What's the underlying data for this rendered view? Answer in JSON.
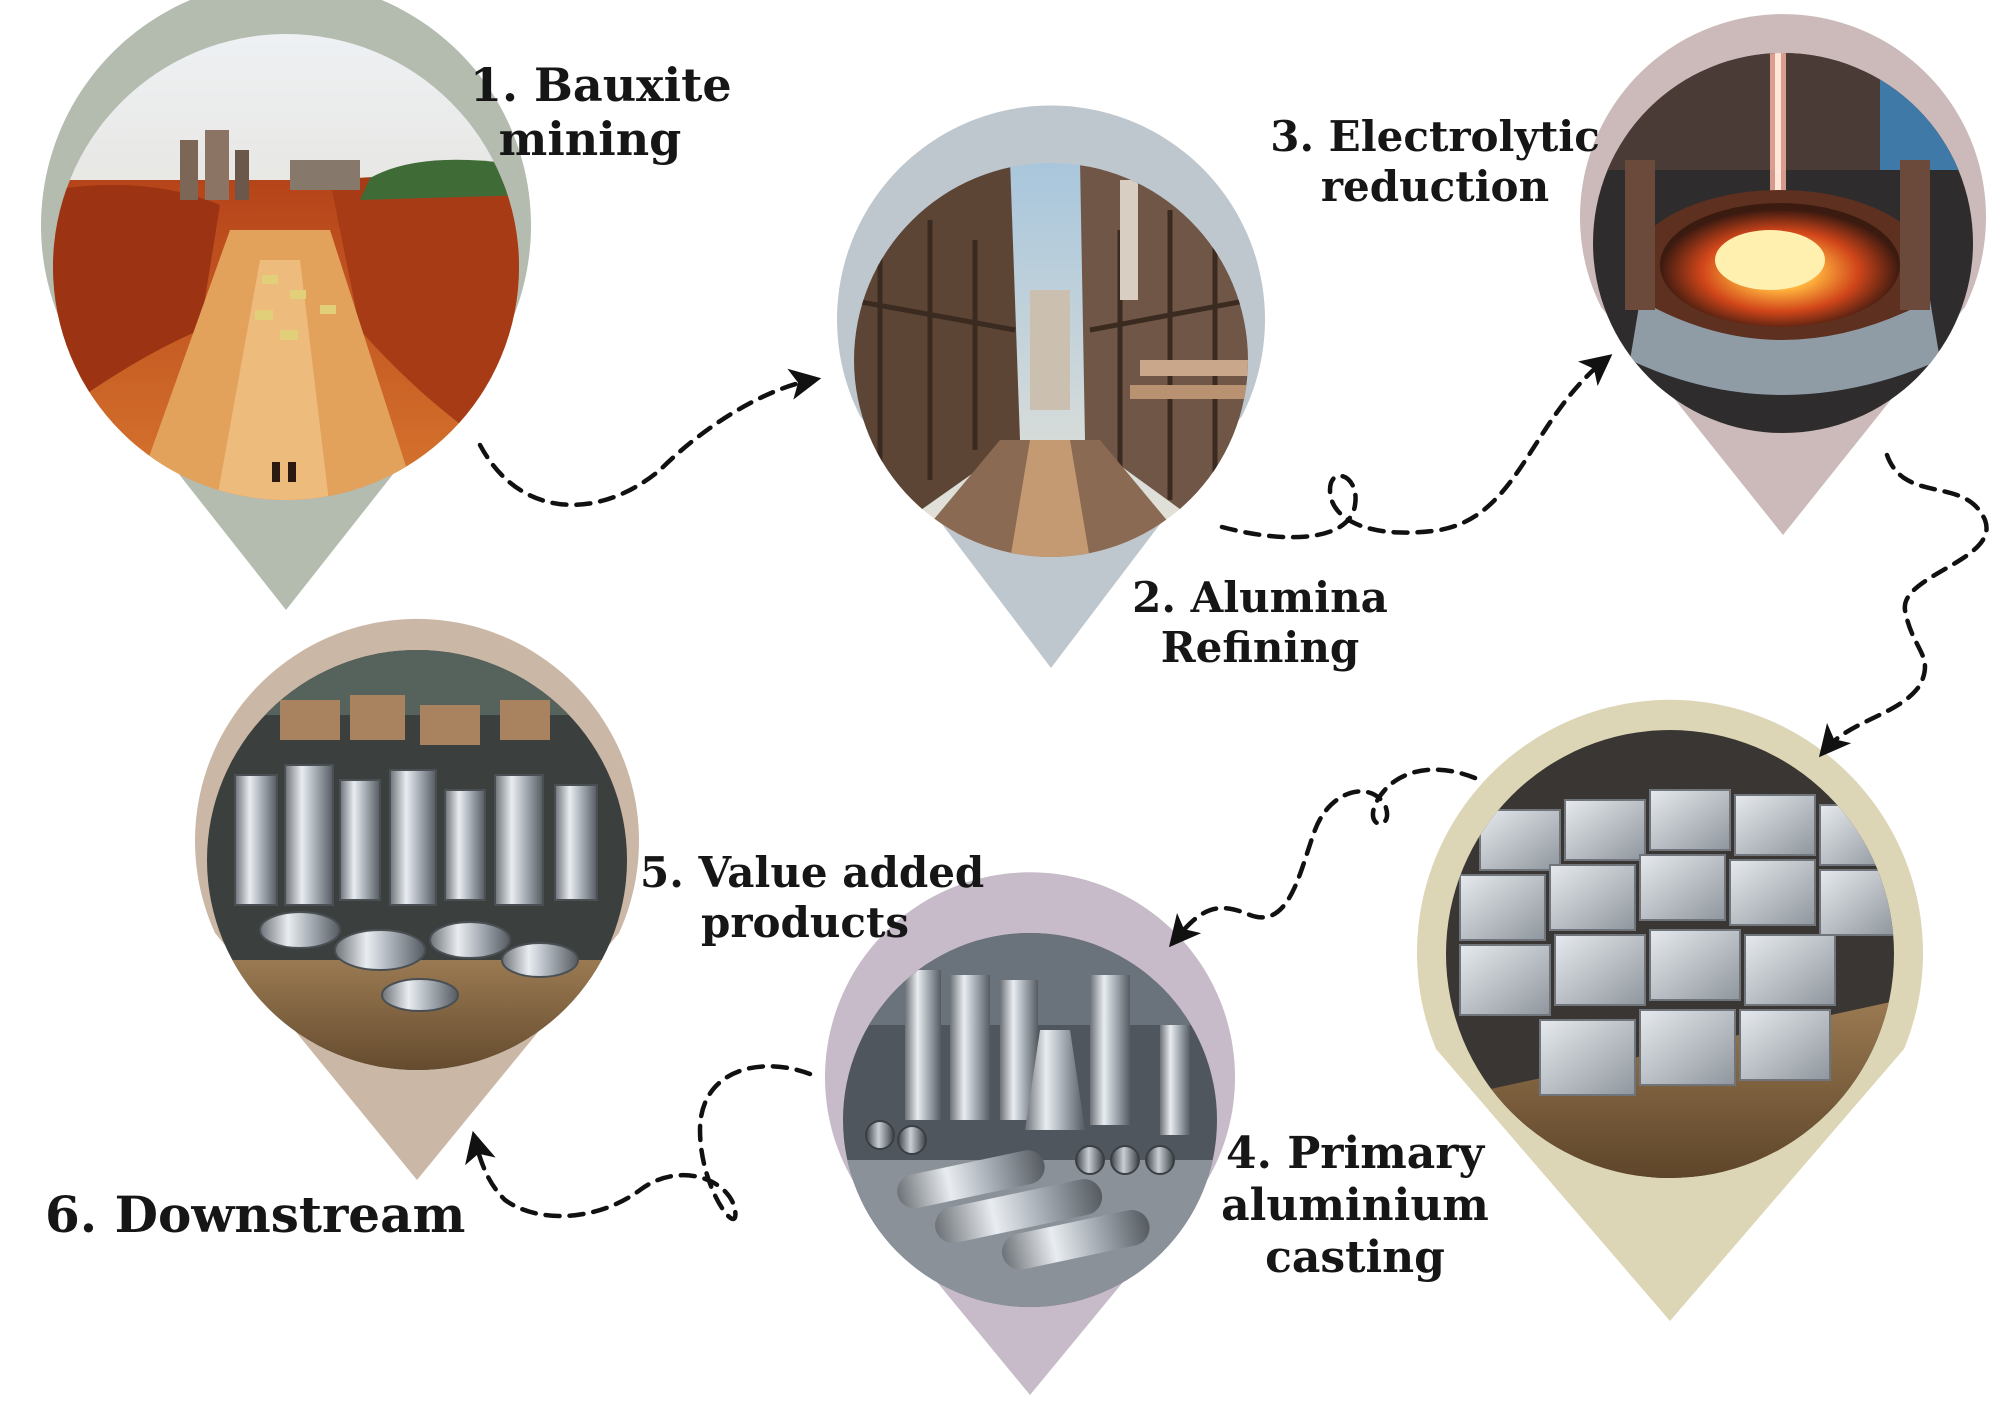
{
  "steps": [
    {
      "number": "1.",
      "line1": "1. Bauxite",
      "line2": "mining",
      "pin_color": "#b4bcb0",
      "scene": "bauxite-mine"
    },
    {
      "number": "2.",
      "line1": "2. Alumina",
      "line2": "Refining",
      "pin_color": "#bfc7ce",
      "scene": "refinery"
    },
    {
      "number": "3.",
      "line1": "3. Electrolytic",
      "line2": "reduction",
      "pin_color": "#ccbabb",
      "scene": "smelter"
    },
    {
      "number": "4.",
      "line1": "4. Primary",
      "line2": "aluminium",
      "line3": "casting",
      "pin_color": "#ddd6b6",
      "scene": "ingots"
    },
    {
      "number": "5.",
      "line1": "5. Value added",
      "line2": "products",
      "pin_color": "#c7bbc9",
      "scene": "tubes"
    },
    {
      "number": "6.",
      "line1": "6. Downstream",
      "pin_color": "#cbb7a6",
      "scene": "warehouse"
    }
  ],
  "connector": {
    "style": "dashed-arrow",
    "color": "#111111"
  }
}
